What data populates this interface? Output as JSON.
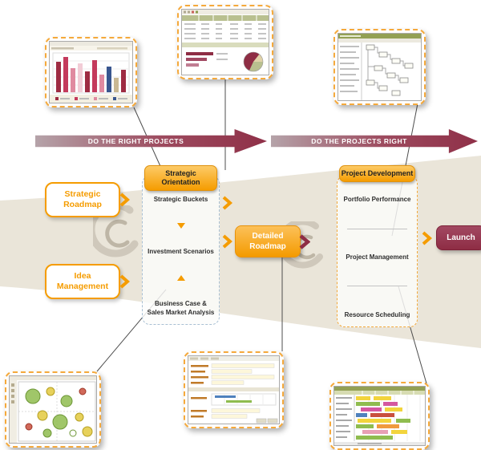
{
  "banner": {
    "left": "DO THE RIGHT PROJECTS",
    "right": "DO THE PROJECTS RIGHT"
  },
  "nodes": {
    "strategic_roadmap": {
      "label": "Strategic Roadmap"
    },
    "idea_management": {
      "label": "Idea Management"
    },
    "strategic_orientation": {
      "title": "Strategic Orientation",
      "items": [
        "Strategic Buckets",
        "Investment Scenarios",
        "Business Case & Sales Market Analysis"
      ]
    },
    "detailed_roadmap": {
      "label": "Detailed Roadmap"
    },
    "project_development": {
      "title": "Project Development",
      "items": [
        "Portfolio Performance",
        "Project Management",
        "Resource Scheduling"
      ]
    },
    "launch": {
      "label": "Launch"
    }
  },
  "colors": {
    "accent_orange": "#F59C00",
    "maroon": "#8E2D44",
    "funnel_beige": "#EAE5D9",
    "arrow_gradient_start": "#B5A3A9",
    "arrow_gradient_end": "#8F3048"
  }
}
